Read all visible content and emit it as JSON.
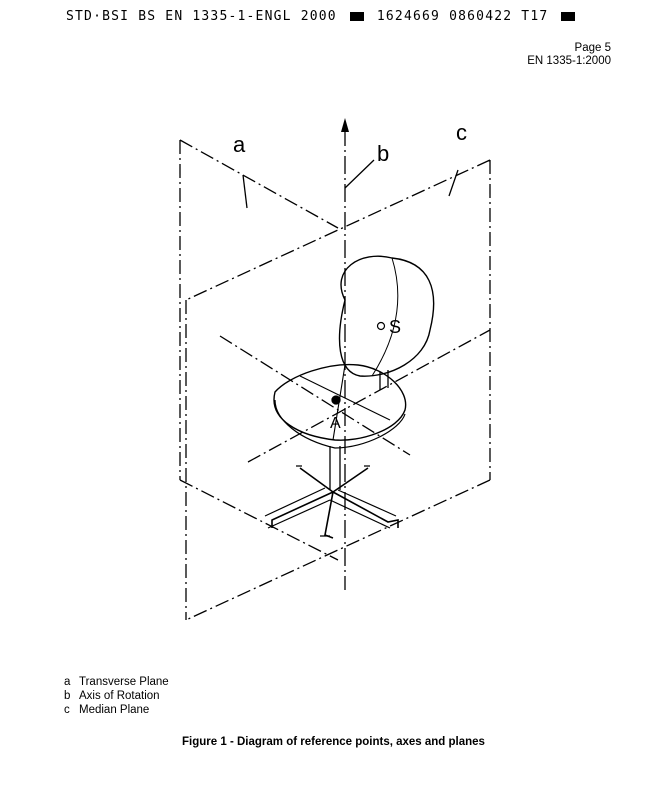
{
  "header": {
    "stamp_left": "STD·BSI BS EN 1335-1-ENGL 2000",
    "stamp_mid": "1624669 0860422 T17",
    "page": "Page 5",
    "doc_id": "EN 1335-1:2000"
  },
  "figure": {
    "labels": {
      "a": "a",
      "b": "b",
      "c": "c",
      "s": "S",
      "a_point": "A"
    },
    "legend": [
      {
        "key": "a",
        "text": "Transverse Plane"
      },
      {
        "key": "b",
        "text": "Axis of Rotation"
      },
      {
        "key": "c",
        "text": "Median Plane"
      }
    ],
    "caption": "Figure 1 - Diagram of reference points, axes and planes"
  }
}
